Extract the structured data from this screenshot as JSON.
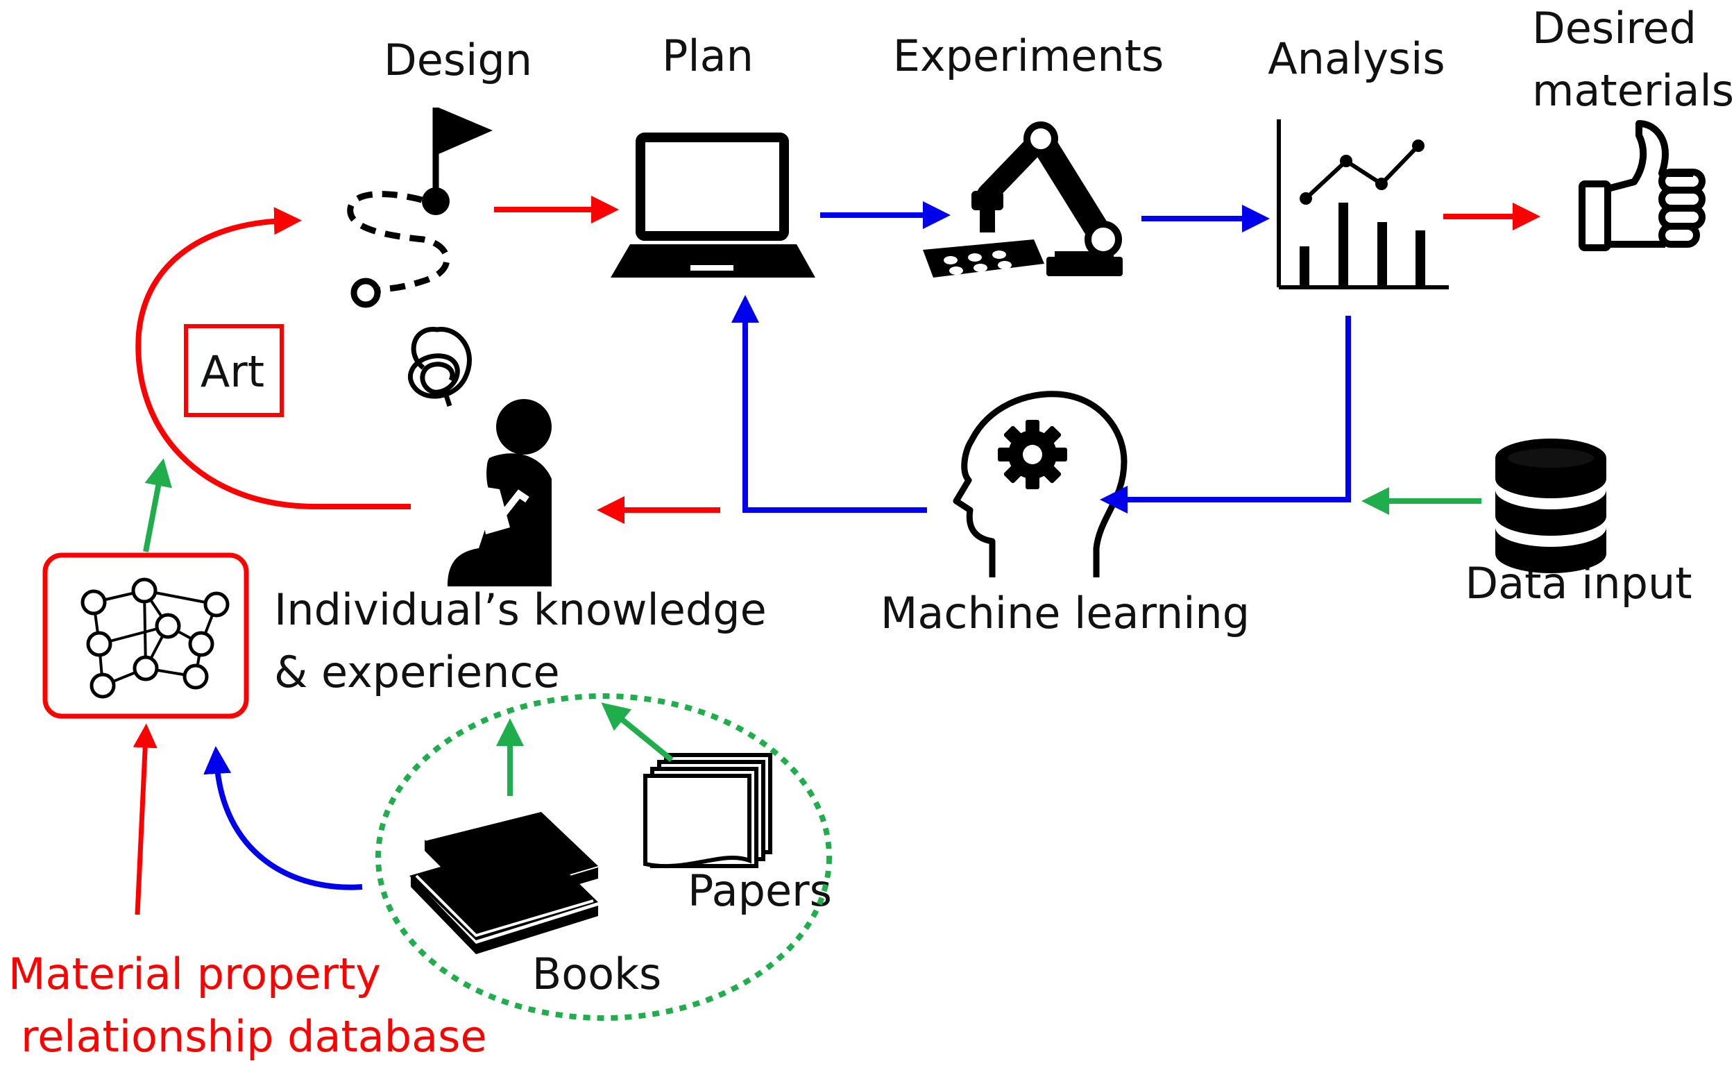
{
  "labels": {
    "design": "Design",
    "plan": "Plan",
    "experiments": "Experiments",
    "analysis": "Analysis",
    "desired_line1": "Desired",
    "desired_line2": "materials",
    "art": "Art",
    "knowledge_line1": "Individual’s knowledge",
    "knowledge_line2": "& experience",
    "machine_learning": "Machine learning",
    "data_input": "Data input",
    "papers": "Papers",
    "books": "Books",
    "database_line1": "Material property",
    "database_line2": "relationship database"
  },
  "colors": {
    "red": "#ff0000",
    "blue": "#0000ee",
    "green": "#1fae4b",
    "icon": "#000000"
  }
}
